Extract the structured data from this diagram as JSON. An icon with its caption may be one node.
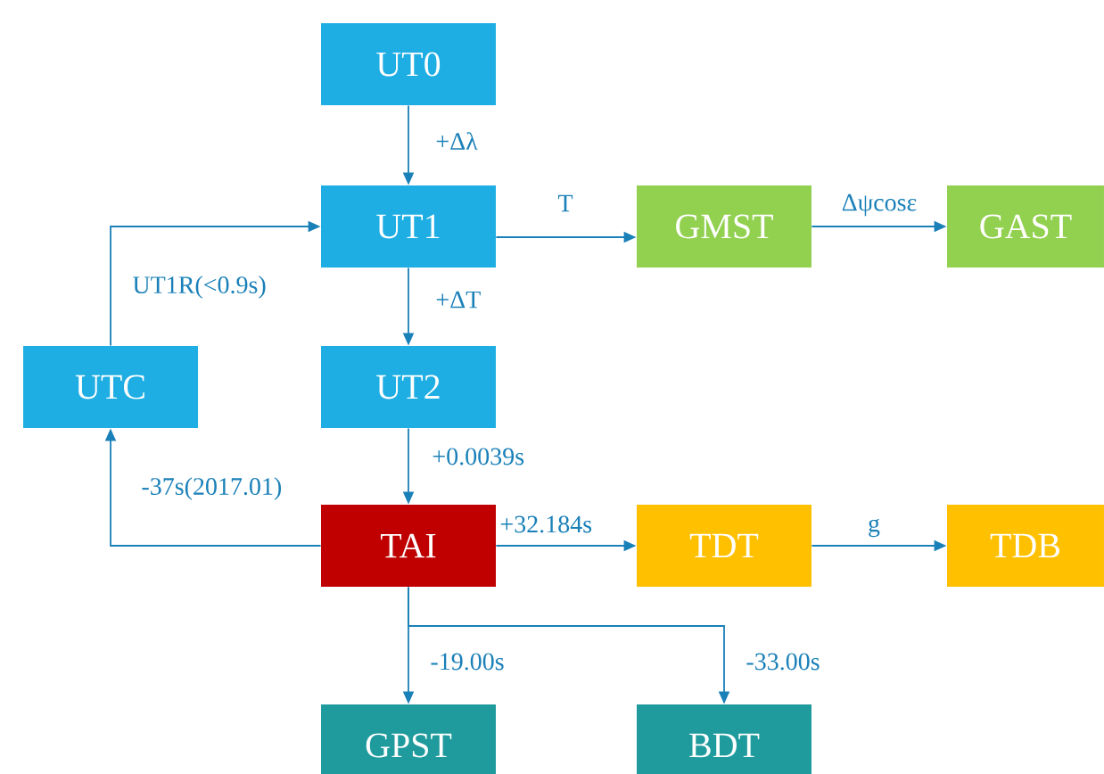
{
  "diagram": {
    "nodes": [
      {
        "text": [
          "UT0"
        ]
      },
      {
        "text": [
          "UT1"
        ]
      },
      {
        "text": [
          "GMST"
        ]
      },
      {
        "text": [
          "GAST"
        ]
      },
      {
        "text": [
          "UTC"
        ]
      },
      {
        "text": [
          "UT2"
        ]
      },
      {
        "text": [
          "TAI"
        ]
      },
      {
        "text": [
          "TDT"
        ]
      },
      {
        "text": [
          "TDB"
        ]
      },
      {
        "text": [
          "GPST"
        ]
      },
      {
        "text": [
          "BDT"
        ]
      }
    ],
    "edges": [
      {
        "from": 0,
        "to": 1,
        "arrow": "to",
        "label": "+Δλ"
      },
      {
        "from": 1,
        "to": 2,
        "arrow": "to",
        "label": "T"
      },
      {
        "from": 2,
        "to": 3,
        "arrow": "to",
        "label": "Δψcosε"
      },
      {
        "from": 4,
        "to": 1,
        "arrow": "to",
        "label": "UT1R(<0.9s)"
      },
      {
        "from": 1,
        "to": 5,
        "arrow": "to",
        "label": "+ΔT"
      },
      {
        "from": 5,
        "to": 6,
        "arrow": "to",
        "label": "+0.0039s"
      },
      {
        "from": 6,
        "to": 4,
        "arrow": "to",
        "label": "-37s(2017.01)"
      },
      {
        "from": 6,
        "to": 7,
        "arrow": "to",
        "label": "+32.184s"
      },
      {
        "from": 7,
        "to": 8,
        "arrow": "to",
        "label": "g"
      },
      {
        "from": 6,
        "to": 9,
        "arrow": "to",
        "label": "-19.00s"
      },
      {
        "from": 6,
        "to": 10,
        "arrow": "to",
        "label": "-33.00s"
      }
    ]
  }
}
